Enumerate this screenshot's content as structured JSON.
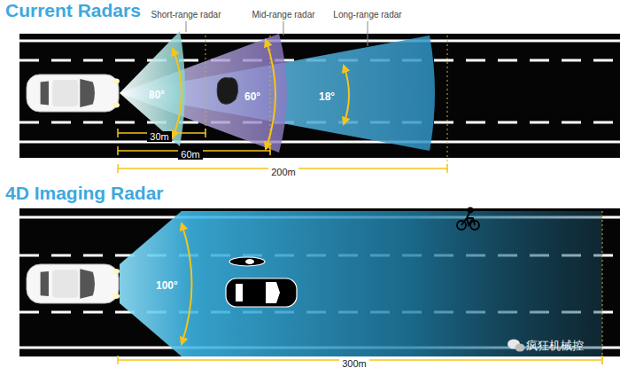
{
  "diagram": {
    "nodes": [
      {
        "text": [
          "Short-range radar",
          "80°"
        ]
      },
      {
        "text": [
          "Mid-range radar",
          "60°"
        ]
      },
      {
        "text": [
          "Long-range radar",
          "18°"
        ]
      },
      {
        "text": [
          "100°"
        ]
      }
    ],
    "labels": [
      "Current Radars",
      "30m",
      "60m",
      "200m",
      "4D Imaging Radar",
      "300m",
      "疯狂机械控"
    ]
  }
}
